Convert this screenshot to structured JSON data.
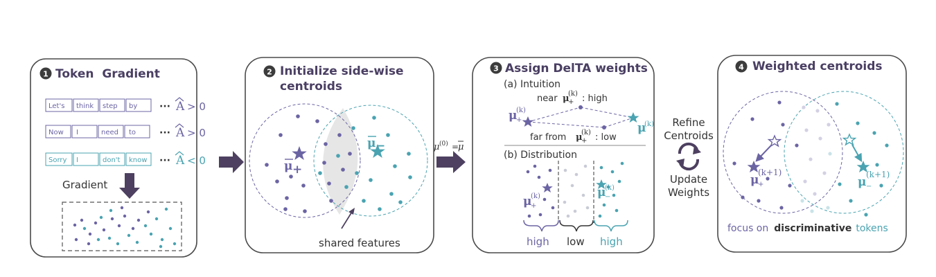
{
  "colors": {
    "purple": "#6b64a3",
    "teal": "#4aa3b1",
    "dark": "#4a3f63",
    "arrow": "#4d4060",
    "shared_fill": "#e6e6e6",
    "low_dot": "#c9cbd6"
  },
  "panel1": {
    "number": "1",
    "title": "Token  Gradient",
    "rows": [
      {
        "tokens": [
          "Let's",
          "think",
          "step",
          "by"
        ],
        "ellipsis": "···",
        "adv": "A",
        "relation": "> 0"
      },
      {
        "tokens": [
          "Now",
          "I",
          "need",
          "to"
        ],
        "ellipsis": "···",
        "adv": "A",
        "relation": "> 0"
      },
      {
        "tokens": [
          "Sorry",
          "I",
          "don't",
          "know"
        ],
        "ellipsis": "···",
        "adv": "A",
        "relation": "< 0"
      }
    ],
    "gradient_label": "Gradient"
  },
  "panel2": {
    "number": "2",
    "title_line1": "Initialize side-wise",
    "title_line2": "centroids",
    "mu_plus": "μ",
    "mu_plus_sub": "+",
    "mu_minus": "μ",
    "mu_minus_sub": "−",
    "shared_label": "shared features"
  },
  "arrow2_label": "μ",
  "arrow2_sup": "(0)",
  "arrow2_eq": "=",
  "arrow2_rhs": "μ",
  "panel3": {
    "number": "3",
    "title": "Assign DelTA weights",
    "intuition": "(a) Intuition",
    "near_prefix": "near",
    "near_suffix": ": high",
    "far_prefix": "far from",
    "far_suffix": ": low",
    "distribution": "(b) Distribution",
    "mu": "μ",
    "sup_k": "(k)",
    "plus": "+",
    "minus": "−",
    "bracket_labels": [
      "high",
      "low",
      "high"
    ]
  },
  "refine": {
    "line1": "Refine",
    "line2": "Centroids",
    "line3": "Update",
    "line4": "Weights"
  },
  "panel4": {
    "number": "4",
    "title": "Weighted centroids",
    "mu": "μ",
    "sup_k1": "(k+1)",
    "plus": "+",
    "minus": "−",
    "caption_prefix": "focus on",
    "caption_bold": "discriminative",
    "caption_suffix": "tokens"
  }
}
